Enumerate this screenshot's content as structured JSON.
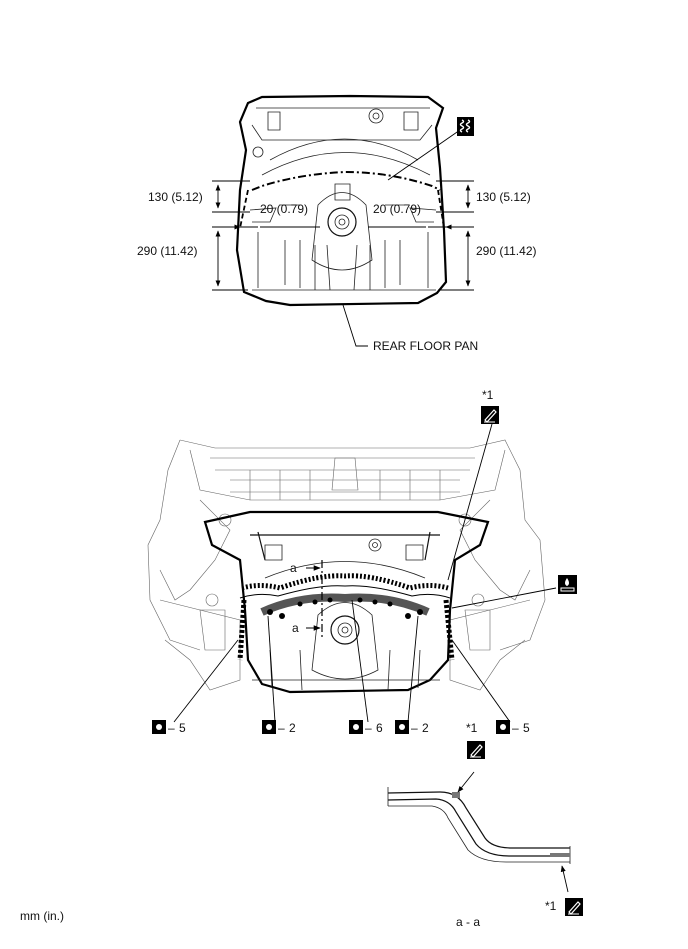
{
  "top_view": {
    "dim_130": "130 (5.12)",
    "dim_20": "20 (0.79)",
    "dim_290": "290 (11.42)",
    "part_label": "REAR FLOOR PAN"
  },
  "bottom_view": {
    "note_ref": "*1",
    "section_marker": "a",
    "callouts": [
      "5",
      "2",
      "6",
      "2",
      "5"
    ],
    "callout_sep": "–"
  },
  "section": {
    "note_ref": "*1",
    "title": "a - a"
  },
  "footer": {
    "units": "mm (in.)"
  }
}
